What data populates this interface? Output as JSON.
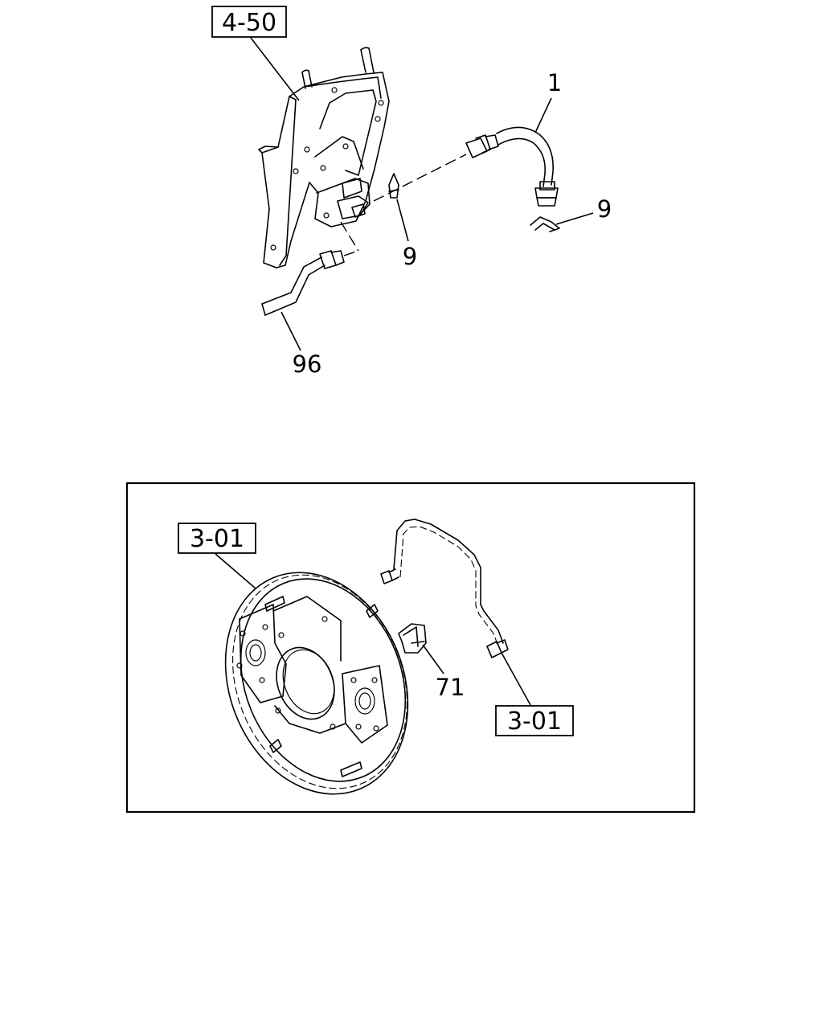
{
  "top_assembly": {
    "reference_label": "4-50",
    "callouts": {
      "brake_hose": "1",
      "clip_left": "9",
      "clip_right": "9",
      "brake_pipe": "96"
    }
  },
  "inset_panel": {
    "reference_label_left": "3-01",
    "reference_label_right": "3-01",
    "callouts": {
      "clip": "71"
    }
  }
}
